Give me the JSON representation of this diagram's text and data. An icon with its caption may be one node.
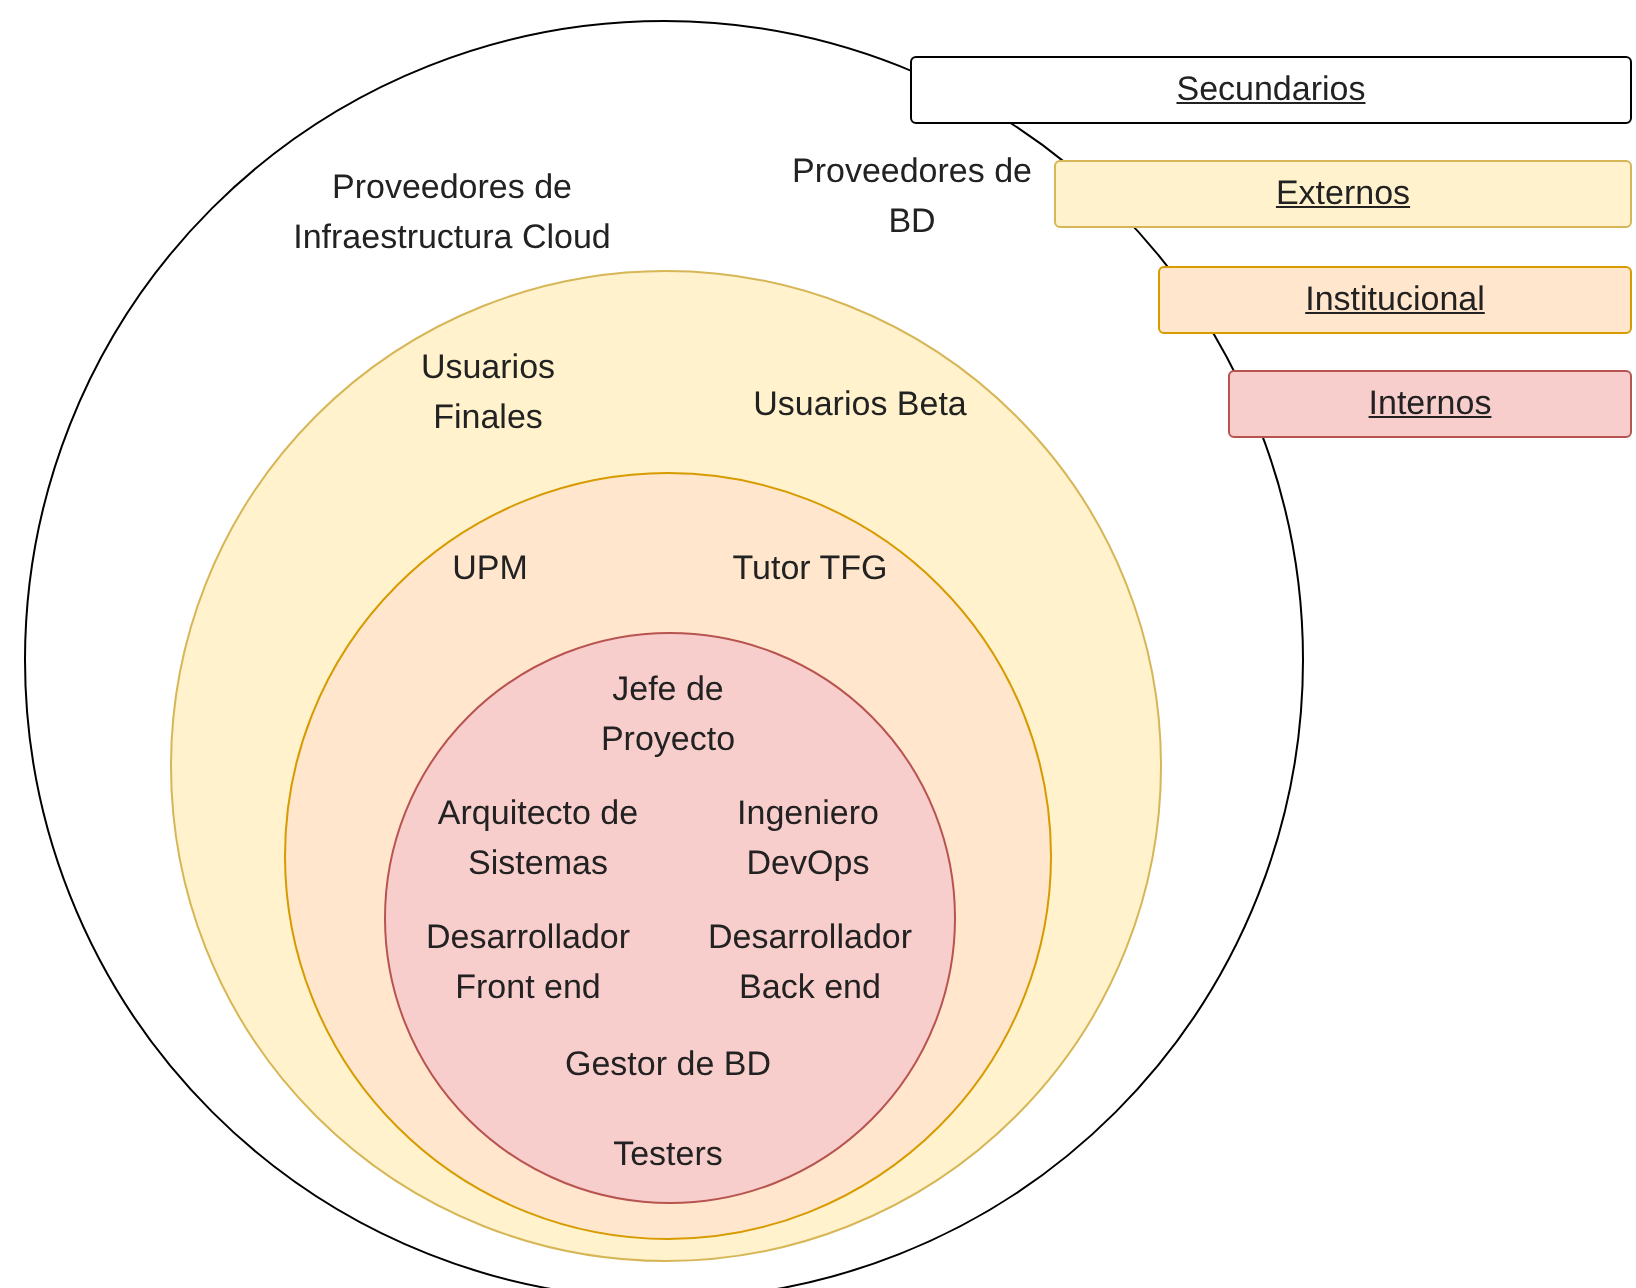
{
  "diagram": {
    "nodes": [
      {
        "text": [
          "Proveedores de Infraestructura Cloud",
          "Proveedores de BD"
        ]
      },
      {
        "text": [
          "Usuarios Finales",
          "Usuarios Beta"
        ],
        "in": 0
      },
      {
        "text": [
          "UPM",
          "Tutor TFG"
        ],
        "in": 1
      },
      {
        "text": [
          "Jefe de Proyecto",
          "Arquitecto de Sistemas",
          "Ingeniero DevOps",
          "Desarrollador Front end",
          "Desarrollador Back end",
          "Gestor de BD",
          "Testers"
        ],
        "in": 2
      }
    ],
    "legend": [
      {
        "text": "Secundarios",
        "color": "#ffffff"
      },
      {
        "text": "Externos",
        "color": "#fff2cc"
      },
      {
        "text": "Institucional",
        "color": "#ffe6cc"
      },
      {
        "text": "Internos",
        "color": "#f8cecc"
      }
    ]
  }
}
